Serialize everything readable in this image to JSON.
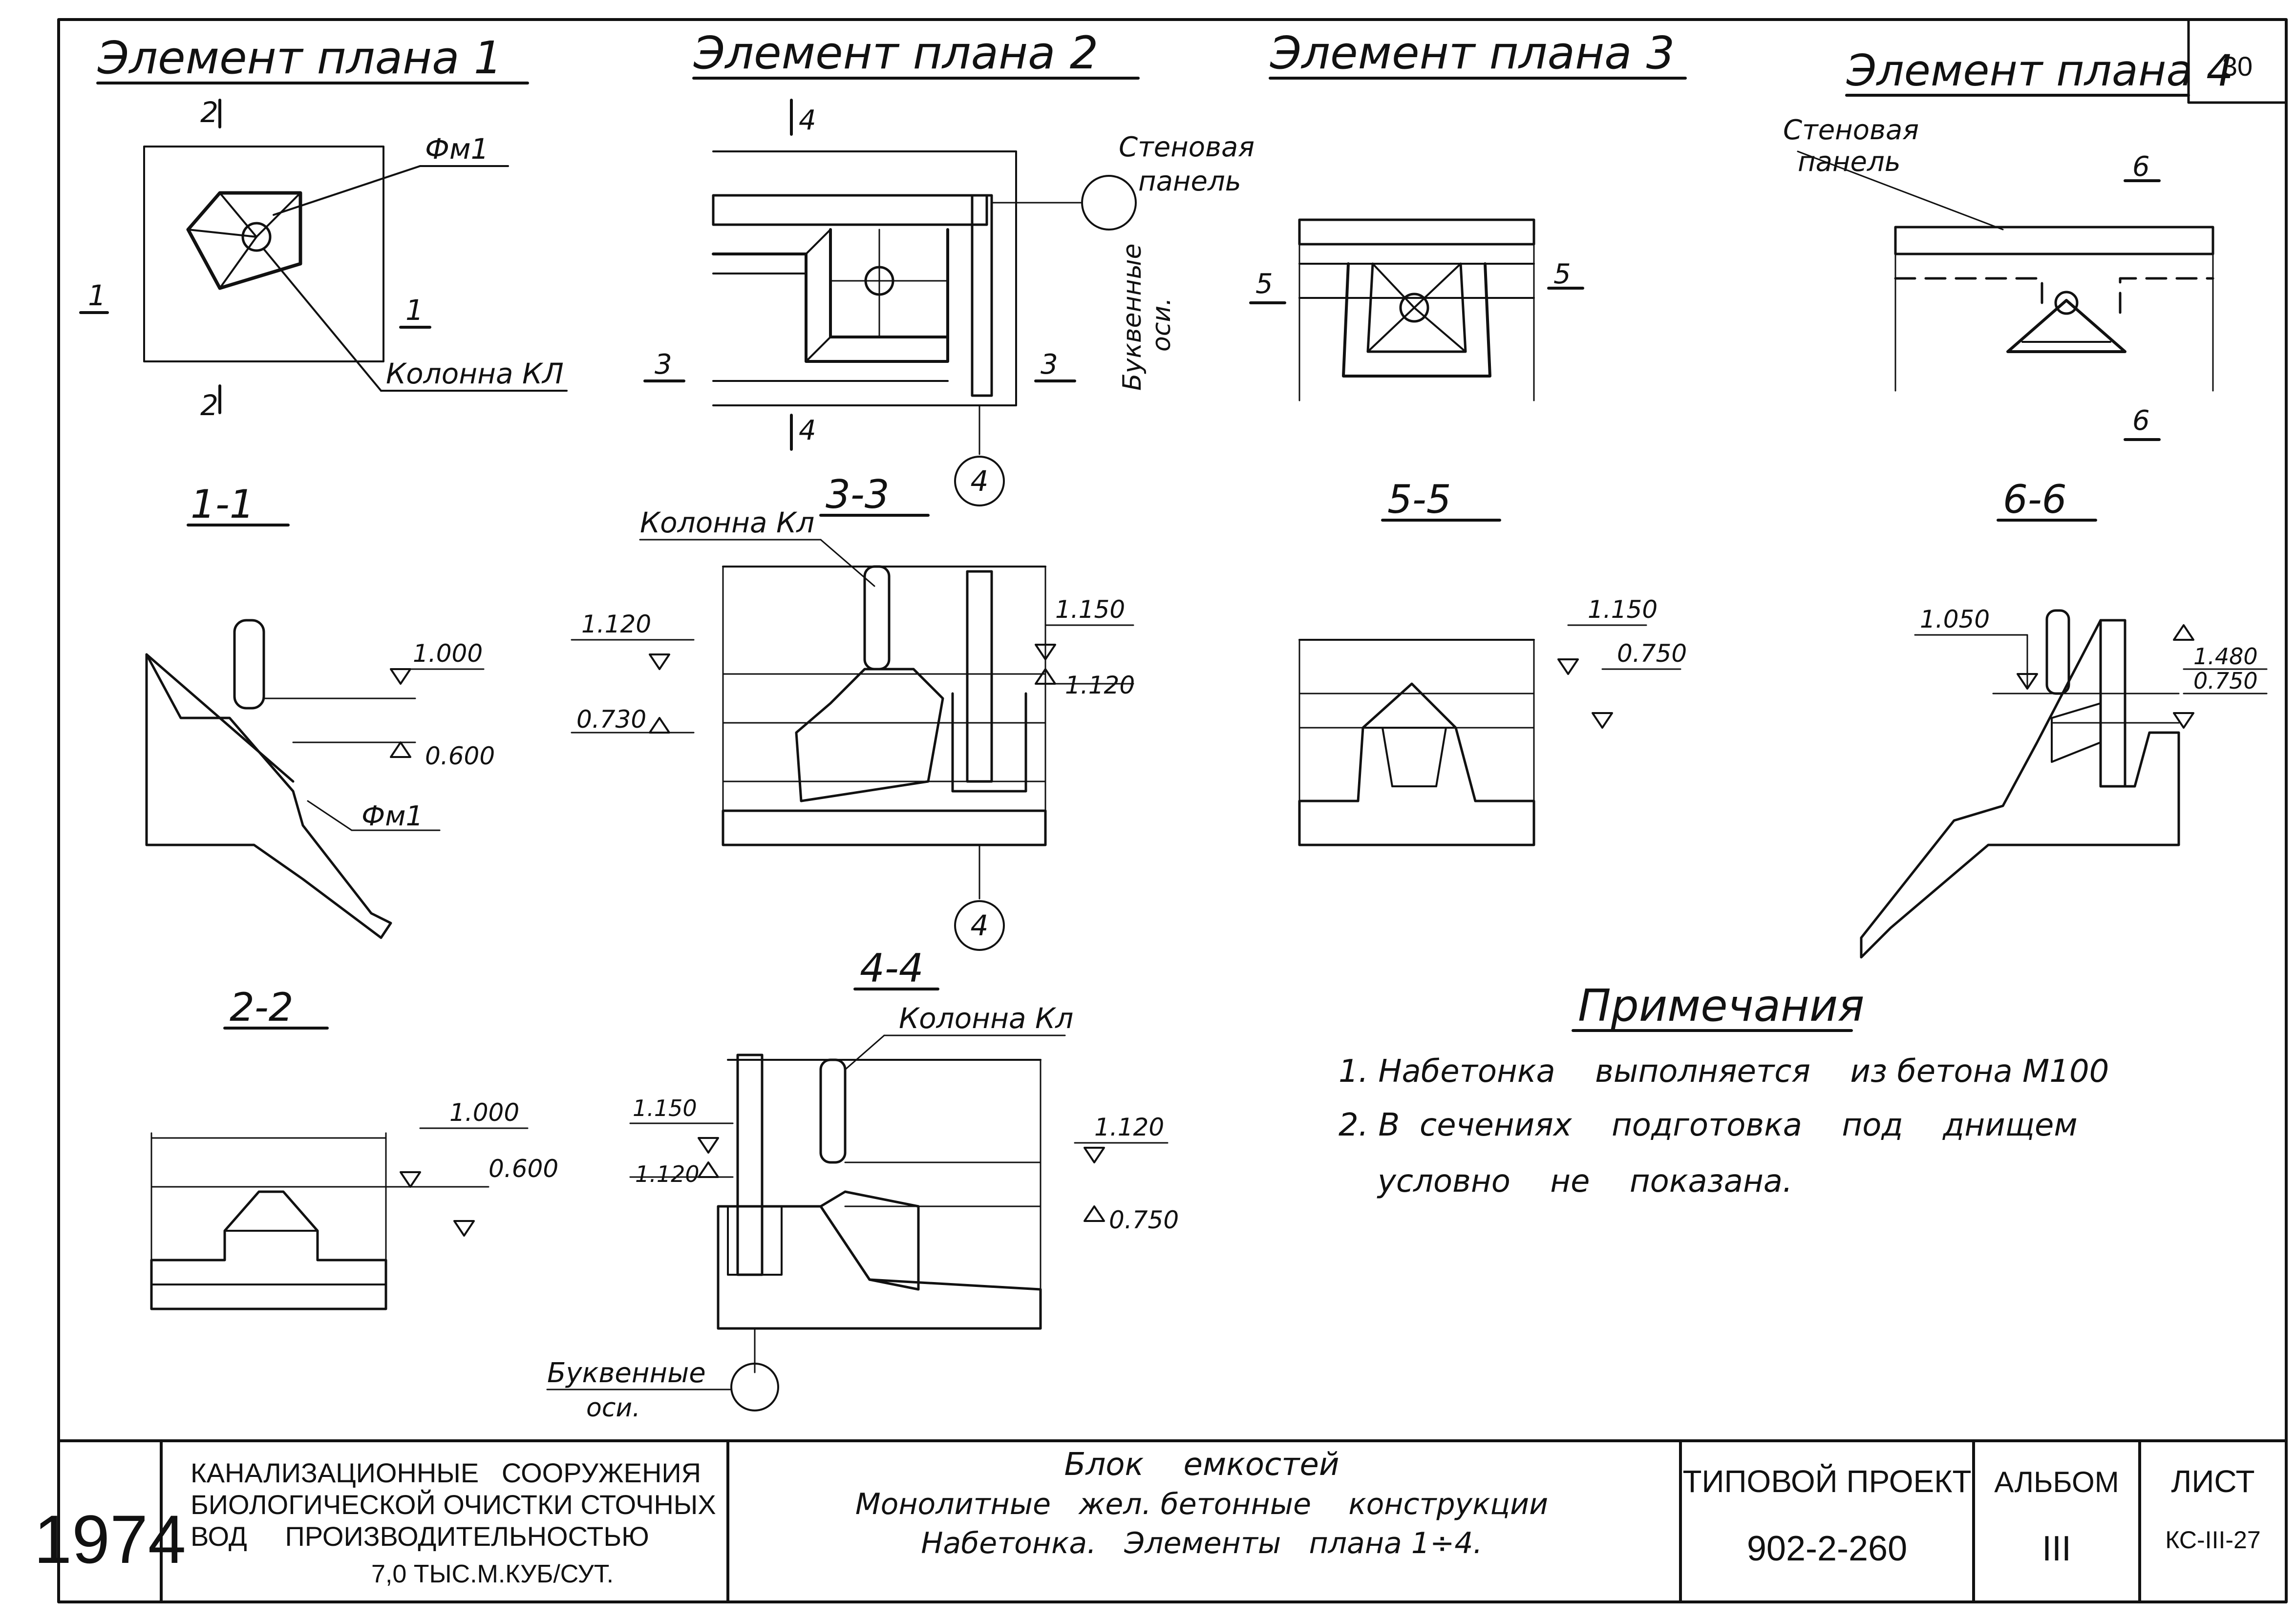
{
  "sheet": {
    "page_number": "30",
    "colors": {
      "ink": "#111111",
      "paper": "#ffffff"
    }
  },
  "plans": {
    "plan1": {
      "title": "Элемент плана 1",
      "fm_label": "Фм1",
      "column_label": "Колонна КЛ",
      "cut_1": "1",
      "cut_2": "2"
    },
    "plan2": {
      "title": "Элемент плана 2",
      "panel_label_1": "Стеновая",
      "panel_label_2": "панель",
      "axes_label_1": "Буквенные",
      "axes_label_2": "оси.",
      "cut_3": "3",
      "cut_4": "4",
      "axis_marker": "4"
    },
    "plan3": {
      "title": "Элемент плана 3",
      "cut_5": "5"
    },
    "plan4": {
      "title": "Элемент плана 4",
      "panel_label_1": "Стеновая",
      "panel_label_2": "панель",
      "cut_6": "6"
    }
  },
  "sections": {
    "s11": {
      "title": "1-1",
      "level_top": "1.000",
      "level_bottom": "0.600",
      "fm_label": "Фм1"
    },
    "s22": {
      "title": "2-2",
      "level_top": "1.000",
      "level_bottom": "0.600"
    },
    "s33": {
      "title": "3-3",
      "column_label": "Колонна Кл",
      "level_left_top": "1.120",
      "level_left_bottom": "0.730",
      "level_right_top": "1.150",
      "level_right_bottom": "1.120",
      "axis_marker": "4"
    },
    "s44": {
      "title": "4-4",
      "column_label": "Колонна Кл",
      "level_left_top": "1.150",
      "level_left_bottom": "1.120",
      "level_right_top": "1.120",
      "level_right_bottom": "0.750",
      "axes_label_1": "Буквенные",
      "axes_label_2": "оси."
    },
    "s55": {
      "title": "5-5",
      "level_top": "1.150",
      "level_bottom": "0.750"
    },
    "s66": {
      "title": "6-6",
      "level_left": "1.050",
      "level_right_top": "1.480",
      "level_right_bottom": "0.750"
    }
  },
  "notes": {
    "title": "Примечания",
    "line1": "1. Набетонка    выполняется    из бетона М100",
    "line2": "2. В  сечениях    подготовка    под    днищем",
    "line3": "условно    не    показана."
  },
  "title_block": {
    "year": "1974",
    "org_line1": "КАНАЛИЗАЦИОННЫЕ   СООРУЖЕНИЯ",
    "org_line2": "БИОЛОГИЧЕСКОЙ ОЧИСТКИ СТОЧНЫХ",
    "org_line3": "ВОД     ПРОИЗВОДИТЕЛЬНОСТЬЮ",
    "org_line4": "7,0 ТЫС.М.КУБ/СУТ.",
    "desc_line1": "Блок    емкостей",
    "desc_line2": "Монолитные   жел. бетонные    конструкции",
    "desc_line3": "Набетонка.   Элементы   плана 1÷4.",
    "project_label": "ТИПОВОЙ ПРОЕКТ",
    "project_number": "902-2-260",
    "album_label": "АЛЬБОМ",
    "album_value": "III",
    "sheet_label": "ЛИСТ",
    "sheet_value": "КС-III-27"
  }
}
